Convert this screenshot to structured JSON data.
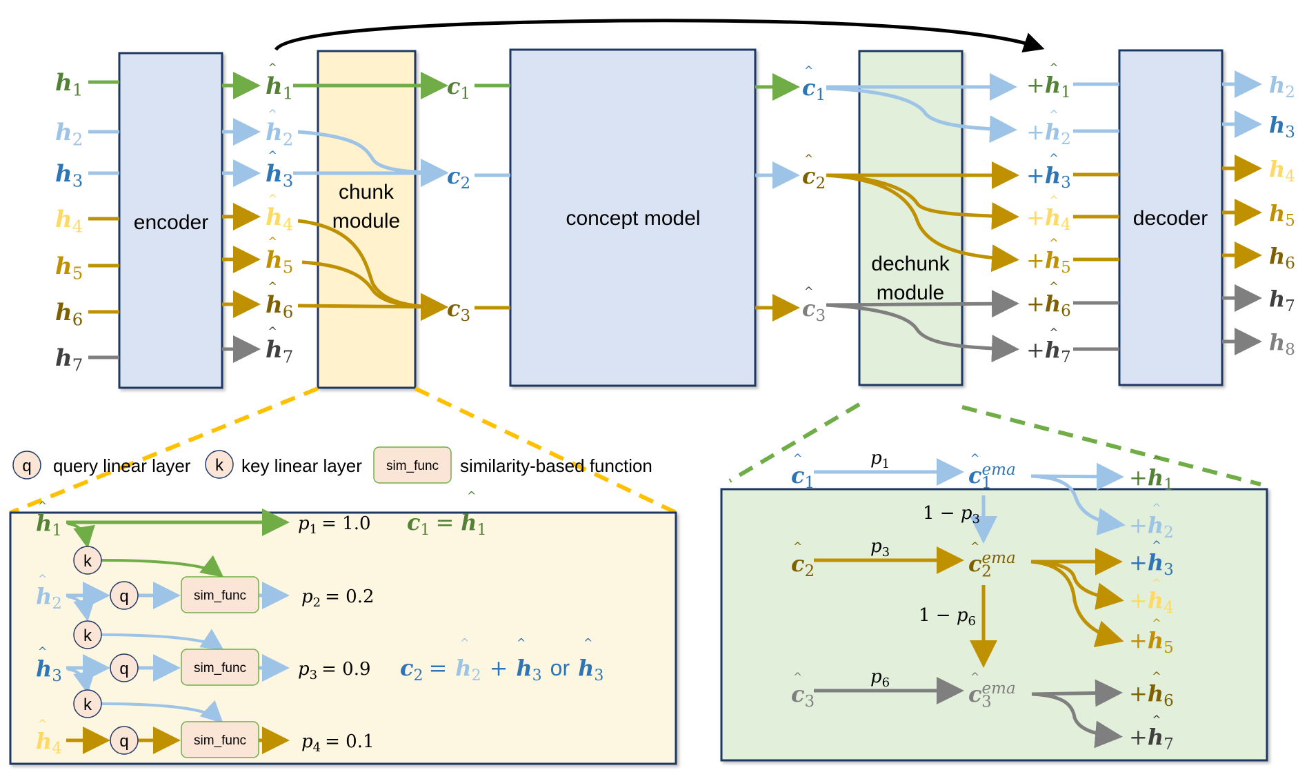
{
  "colors": {
    "green": "#70AD47",
    "green_dark": "#538135",
    "blue_light": "#9DC3E6",
    "blue": "#2E75B6",
    "yellow_light": "#FFD966",
    "gold": "#BF9000",
    "brown": "#7F6000",
    "gray": "#7F7F7F",
    "gray_dark": "#404040",
    "gray_light": "#808080",
    "box_blue_fill": "#DAE3F3",
    "box_border": "#1F3864",
    "chunk_fill": "#FFF2CC",
    "dechunk_fill": "#E2EFDA",
    "panel_yellow_fill": "#FDF7E1",
    "panel_green_fill": "#E2EFDA",
    "node_fill": "#FBE5D6",
    "dash_yellow": "#FFC000",
    "dash_green": "#70AD47"
  },
  "top": {
    "encoder_label": "encoder",
    "chunk_label_line1": "chunk",
    "chunk_label_line2": "module",
    "concept_label": "concept model",
    "dechunk_label_line1": "dechunk",
    "dechunk_label_line2": "module",
    "decoder_label": "decoder",
    "inputs": [
      {
        "base": "h",
        "sub": "1",
        "color": "green_dark",
        "line": "green"
      },
      {
        "base": "h",
        "sub": "2",
        "color": "blue_light",
        "line": "blue_light"
      },
      {
        "base": "h",
        "sub": "3",
        "color": "blue",
        "line": "blue_light"
      },
      {
        "base": "h",
        "sub": "4",
        "color": "yellow_light",
        "line": "gold"
      },
      {
        "base": "h",
        "sub": "5",
        "color": "gold",
        "line": "gold"
      },
      {
        "base": "h",
        "sub": "6",
        "color": "brown",
        "line": "gold"
      },
      {
        "base": "h",
        "sub": "7",
        "color": "gray_dark",
        "line": "gray"
      }
    ],
    "encoded": [
      {
        "base": "h",
        "sub": "1",
        "hat": true,
        "color": "green_dark",
        "hat_color": "green_dark"
      },
      {
        "base": "h",
        "sub": "2",
        "hat": true,
        "color": "blue_light",
        "hat_color": "blue_light"
      },
      {
        "base": "h",
        "sub": "3",
        "hat": true,
        "color": "blue",
        "hat_color": "blue"
      },
      {
        "base": "h",
        "sub": "4",
        "hat": true,
        "color": "yellow_light",
        "hat_color": "yellow_light"
      },
      {
        "base": "h",
        "sub": "5",
        "hat": true,
        "color": "gold",
        "hat_color": "gold"
      },
      {
        "base": "h",
        "sub": "6",
        "hat": true,
        "color": "brown",
        "hat_color": "brown"
      },
      {
        "base": "h",
        "sub": "7",
        "hat": true,
        "color": "gray_dark",
        "hat_color": "gray_dark"
      }
    ],
    "chunks": [
      {
        "base": "c",
        "sub": "1",
        "color": "green_dark"
      },
      {
        "base": "c",
        "sub": "2",
        "color": "blue"
      },
      {
        "base": "c",
        "sub": "3",
        "color": "brown"
      }
    ],
    "concept_out": [
      {
        "base": "c",
        "sub": "1",
        "hat": true,
        "color": "blue",
        "hat_color": "blue"
      },
      {
        "base": "c",
        "sub": "2",
        "hat": true,
        "color": "brown",
        "hat_color": "brown"
      },
      {
        "base": "c",
        "sub": "3",
        "hat": true,
        "color": "gray",
        "hat_color": "gray_dark"
      }
    ],
    "dechunked": [
      {
        "prefix": "+",
        "base": "h",
        "sub": "1",
        "hat": true,
        "color": "green_dark"
      },
      {
        "prefix": "+",
        "base": "h",
        "sub": "2",
        "hat": true,
        "color": "blue_light"
      },
      {
        "prefix": "+",
        "base": "h",
        "sub": "3",
        "hat": true,
        "color": "blue"
      },
      {
        "prefix": "+",
        "base": "h",
        "sub": "4",
        "hat": true,
        "color": "yellow_light"
      },
      {
        "prefix": "+",
        "base": "h",
        "sub": "5",
        "hat": true,
        "color": "gold"
      },
      {
        "prefix": "+",
        "base": "h",
        "sub": "6",
        "hat": true,
        "color": "brown"
      },
      {
        "prefix": "+",
        "base": "h",
        "sub": "7",
        "hat": true,
        "color": "gray_dark"
      }
    ],
    "outputs": [
      {
        "base": "h",
        "sub": "2",
        "color": "blue_light",
        "line": "blue_light"
      },
      {
        "base": "h",
        "sub": "3",
        "color": "blue",
        "line": "blue_light"
      },
      {
        "base": "h",
        "sub": "4",
        "color": "yellow_light",
        "line": "gold"
      },
      {
        "base": "h",
        "sub": "5",
        "color": "gold",
        "line": "gold"
      },
      {
        "base": "h",
        "sub": "6",
        "color": "brown",
        "line": "gold"
      },
      {
        "base": "h",
        "sub": "7",
        "color": "gray_dark",
        "line": "gray"
      },
      {
        "base": "h",
        "sub": "8",
        "color": "gray_light",
        "line": "gray"
      }
    ]
  },
  "chunk_panel": {
    "legend": {
      "q_symbol": "q",
      "q_text": "query linear layer",
      "k_symbol": "k",
      "k_text": "key linear layer",
      "sim_symbol": "sim_func",
      "sim_text": "similarity-based function"
    },
    "rows": [
      {
        "base": "h",
        "sub": "1",
        "color": "green_dark",
        "p_label": "p",
        "p_sub": "1",
        "p_value": "= 1.0"
      },
      {
        "base": "h",
        "sub": "2",
        "color": "blue_light",
        "p_label": "p",
        "p_sub": "2",
        "p_value": "= 0.2"
      },
      {
        "base": "h",
        "sub": "3",
        "color": "blue",
        "p_label": "p",
        "p_sub": "3",
        "p_value": "= 0.9"
      },
      {
        "base": "h",
        "sub": "4",
        "color": "yellow_light",
        "p_label": "p",
        "p_sub": "4",
        "p_value": "= 0.1"
      }
    ],
    "k_symbol": "k",
    "q_symbol": "q",
    "sim_symbol": "sim_func",
    "eq1": {
      "lhs": "c",
      "lhs_sub": "1",
      "eq": "=",
      "rhs": "h",
      "rhs_sub": "1"
    },
    "eq2": {
      "lhs": "c",
      "lhs_sub": "2",
      "eq": "=",
      "t1": "h",
      "t1_sub": "2",
      "plus": "+",
      "t2": "h",
      "t2_sub": "3",
      "or": "or",
      "t3": "h",
      "t3_sub": "3"
    }
  },
  "dechunk_panel": {
    "inputs": [
      {
        "base": "c",
        "sub": "1",
        "color": "blue"
      },
      {
        "base": "c",
        "sub": "2",
        "color": "brown"
      },
      {
        "base": "c",
        "sub": "3",
        "color": "gray"
      }
    ],
    "edge_labels": [
      {
        "base": "p",
        "sub": "1"
      },
      {
        "base": "p",
        "sub": "3"
      },
      {
        "base": "p",
        "sub": "6"
      }
    ],
    "ema_nodes": [
      {
        "base": "c",
        "sub": "1",
        "sup": "ema",
        "color": "blue"
      },
      {
        "base": "c",
        "sub": "2",
        "sup": "ema",
        "color": "brown"
      },
      {
        "base": "c",
        "sub": "3",
        "sup": "ema",
        "color": "gray"
      }
    ],
    "vertical_labels": [
      {
        "text": "1 − ",
        "base": "p",
        "sub": "3"
      },
      {
        "text": "1 − ",
        "base": "p",
        "sub": "6"
      }
    ],
    "outputs": [
      {
        "prefix": "+",
        "base": "h",
        "sub": "1",
        "color": "green_dark"
      },
      {
        "prefix": "+",
        "base": "h",
        "sub": "2",
        "color": "blue_light"
      },
      {
        "prefix": "+",
        "base": "h",
        "sub": "3",
        "color": "blue"
      },
      {
        "prefix": "+",
        "base": "h",
        "sub": "4",
        "color": "yellow_light"
      },
      {
        "prefix": "+",
        "base": "h",
        "sub": "5",
        "color": "gold"
      },
      {
        "prefix": "+",
        "base": "h",
        "sub": "6",
        "color": "brown"
      },
      {
        "prefix": "+",
        "base": "h",
        "sub": "7",
        "color": "gray_dark"
      }
    ]
  },
  "icons": {
    "hat": "^",
    "arrow": "arrowhead"
  }
}
